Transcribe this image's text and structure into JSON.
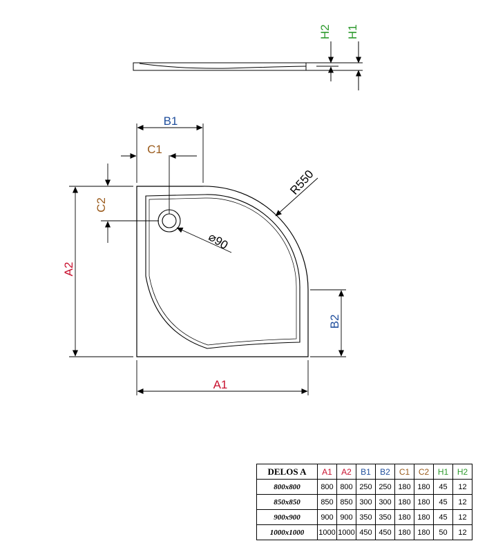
{
  "colors": {
    "a": "#c8102e",
    "b": "#1f4e9c",
    "c": "#9a5b1c",
    "h": "#2e9a2e",
    "line": "#000000"
  },
  "labels": {
    "h2": "H2",
    "h1": "H1",
    "b1": "B1",
    "c1": "C1",
    "c2": "C2",
    "a2": "A2",
    "b2": "B2",
    "a1": "A1",
    "radius": "R550",
    "drain": "⌀90"
  },
  "table": {
    "model": "DELOS A",
    "headers": [
      "A1",
      "A2",
      "B1",
      "B2",
      "C1",
      "C2",
      "H1",
      "H2"
    ],
    "rows": [
      {
        "size": "800x800",
        "values": [
          "800",
          "800",
          "250",
          "250",
          "180",
          "180",
          "45",
          "12"
        ]
      },
      {
        "size": "850x850",
        "values": [
          "850",
          "850",
          "300",
          "300",
          "180",
          "180",
          "45",
          "12"
        ]
      },
      {
        "size": "900x900",
        "values": [
          "900",
          "900",
          "350",
          "350",
          "180",
          "180",
          "45",
          "12"
        ]
      },
      {
        "size": "1000x1000",
        "values": [
          "1000",
          "1000",
          "450",
          "450",
          "180",
          "180",
          "50",
          "12"
        ]
      }
    ]
  }
}
